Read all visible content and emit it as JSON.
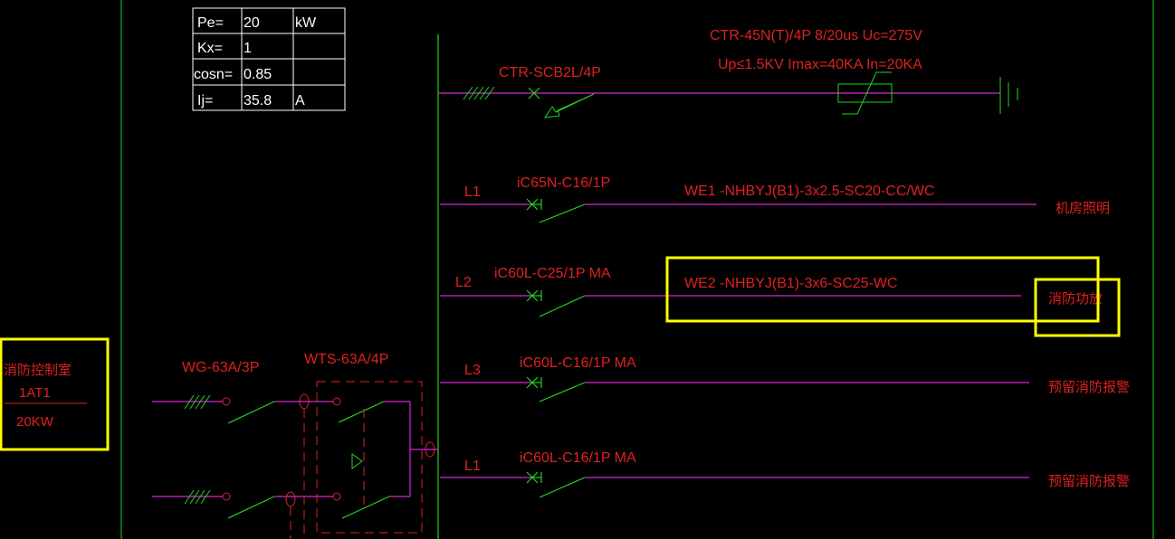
{
  "colors": {
    "background": "#000000",
    "green": "#22d422",
    "magenta": "#d22ad2",
    "red": "#e02020",
    "white": "#ffffff",
    "yellow": "#ffff00",
    "dash_red": "#e02020"
  },
  "load_table": {
    "rows": [
      {
        "label": "Pe=",
        "value": "20",
        "unit": "kW"
      },
      {
        "label": "Kx=",
        "value": "1",
        "unit": ""
      },
      {
        "label": "cosn=",
        "value": "0.85",
        "unit": ""
      },
      {
        "label": "Ij=",
        "value": "35.8",
        "unit": "A"
      }
    ]
  },
  "spd": {
    "model_line1": "CTR-45N(T)/4P 8/20us Uc=275V",
    "model_line2": "Up≤1.5KV Imax=40KA In=20KA",
    "breaker": "CTR-SCB2L/4P"
  },
  "circuits": [
    {
      "phase": "L1",
      "breaker": "iC65N-C16/1P",
      "cable": "WE1 -NHBYJ(B1)-3x2.5-SC20-CC/WC",
      "load": "机房照明"
    },
    {
      "phase": "L2",
      "breaker": "iC60L-C25/1P MA",
      "cable": "WE2 -NHBYJ(B1)-3x6-SC25-WC",
      "load": "消防功放"
    },
    {
      "phase": "L3",
      "breaker": "iC60L-C16/1P MA",
      "cable": "",
      "load": "预留消防报警"
    },
    {
      "phase": "L1",
      "breaker": "iC60L-C16/1P MA",
      "cable": "",
      "load": "预留消防报警"
    }
  ],
  "incoming": {
    "breaker": "WG-63A/3P",
    "ats": "WTS-63A/4P"
  },
  "panel": {
    "room": "消防控制室",
    "id": "1AT1",
    "power": "20KW"
  }
}
